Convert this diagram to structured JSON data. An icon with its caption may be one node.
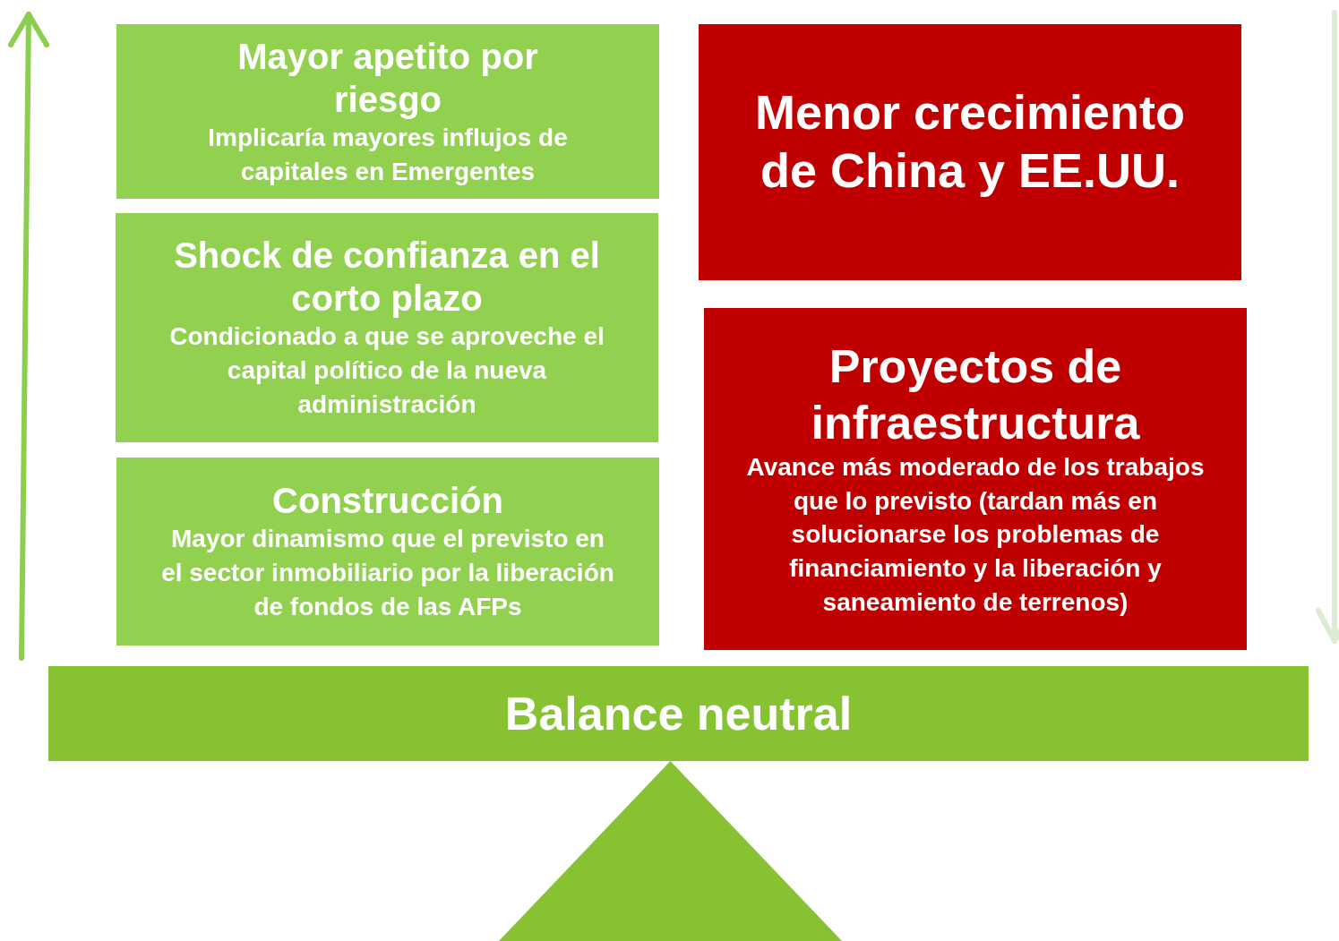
{
  "diagram": {
    "nodes": [
      {
        "text": [
          "Mayor apetito por riesgo",
          "Implicaría mayores influjos de capitales en Emergentes"
        ]
      },
      {
        "text": [
          "Shock de confianza en el corto plazo",
          "Condicionado a que se aproveche el capital político de la nueva administración"
        ]
      },
      {
        "text": [
          "Construcción",
          "Mayor dinamismo que el previsto en el sector inmobiliario por la liberación de fondos de las AFPs"
        ]
      },
      {
        "text": [
          "Menor crecimiento de China y EE.UU."
        ]
      },
      {
        "text": [
          "Proyectos de infraestructura",
          "Avance más moderado de los trabajos que lo previsto (tardan más en solucionarse los problemas de financiamiento y la liberación y saneamiento de terrenos)"
        ]
      },
      {
        "text": [
          "Balance neutral"
        ]
      },
      {
        "text": [],
        "shape": "triangle"
      }
    ],
    "edges": []
  }
}
